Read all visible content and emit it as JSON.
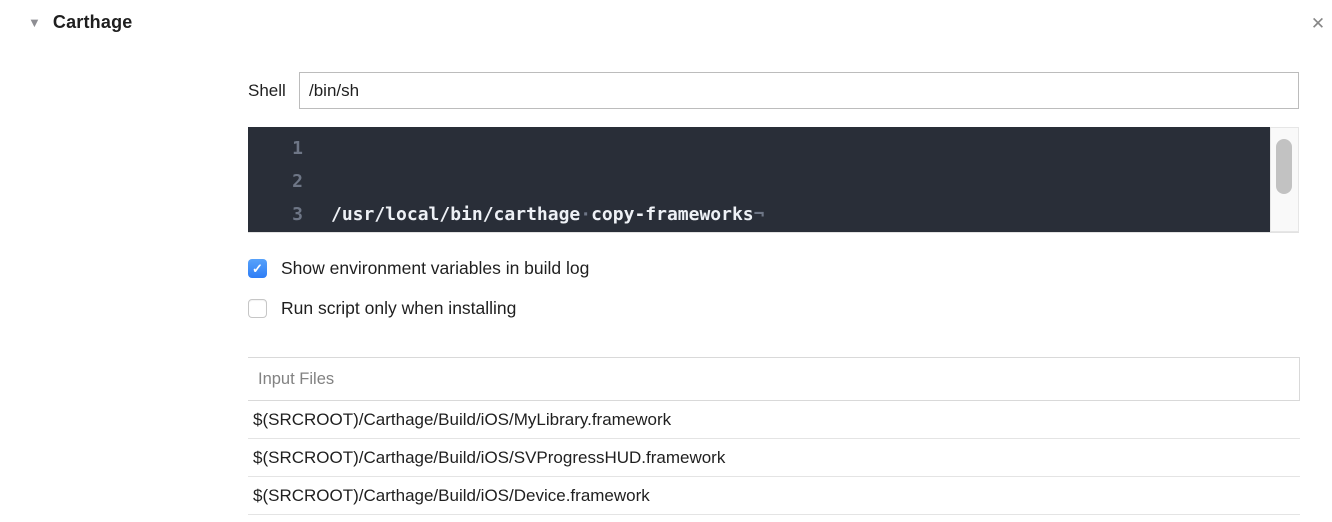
{
  "colors": {
    "accent_blue": "#3f87f5",
    "editor_background": "#292e38",
    "editor_text": "#eef1f6",
    "editor_muted": "#6e7686",
    "table_border": "#d9d9d9",
    "muted_text": "#828282"
  },
  "header": {
    "disclosure_icon": "▼",
    "title": "Carthage",
    "close_icon": "✕"
  },
  "shell": {
    "label": "Shell",
    "value": "/bin/sh"
  },
  "script_editor": {
    "lines": [
      {
        "number": "1",
        "code_main": "/usr/local/bin/carthage",
        "space_glyph": "·",
        "code_arg": "copy-frameworks",
        "newline_glyph": "¬"
      },
      {
        "number": "2",
        "code_main": "",
        "space_glyph": "",
        "code_arg": "",
        "newline_glyph": "¬"
      },
      {
        "number": "3",
        "code_main": "",
        "space_glyph": "",
        "code_arg": "",
        "newline_glyph": ""
      }
    ]
  },
  "options": [
    {
      "label": "Show environment variables in build log",
      "checked": true,
      "check_glyph": "✓"
    },
    {
      "label": "Run script only when installing",
      "checked": false,
      "check_glyph": ""
    }
  ],
  "input_files": {
    "header": "Input Files",
    "rows": [
      "$(SRCROOT)/Carthage/Build/iOS/MyLibrary.framework",
      "$(SRCROOT)/Carthage/Build/iOS/SVProgressHUD.framework",
      "$(SRCROOT)/Carthage/Build/iOS/Device.framework"
    ]
  }
}
